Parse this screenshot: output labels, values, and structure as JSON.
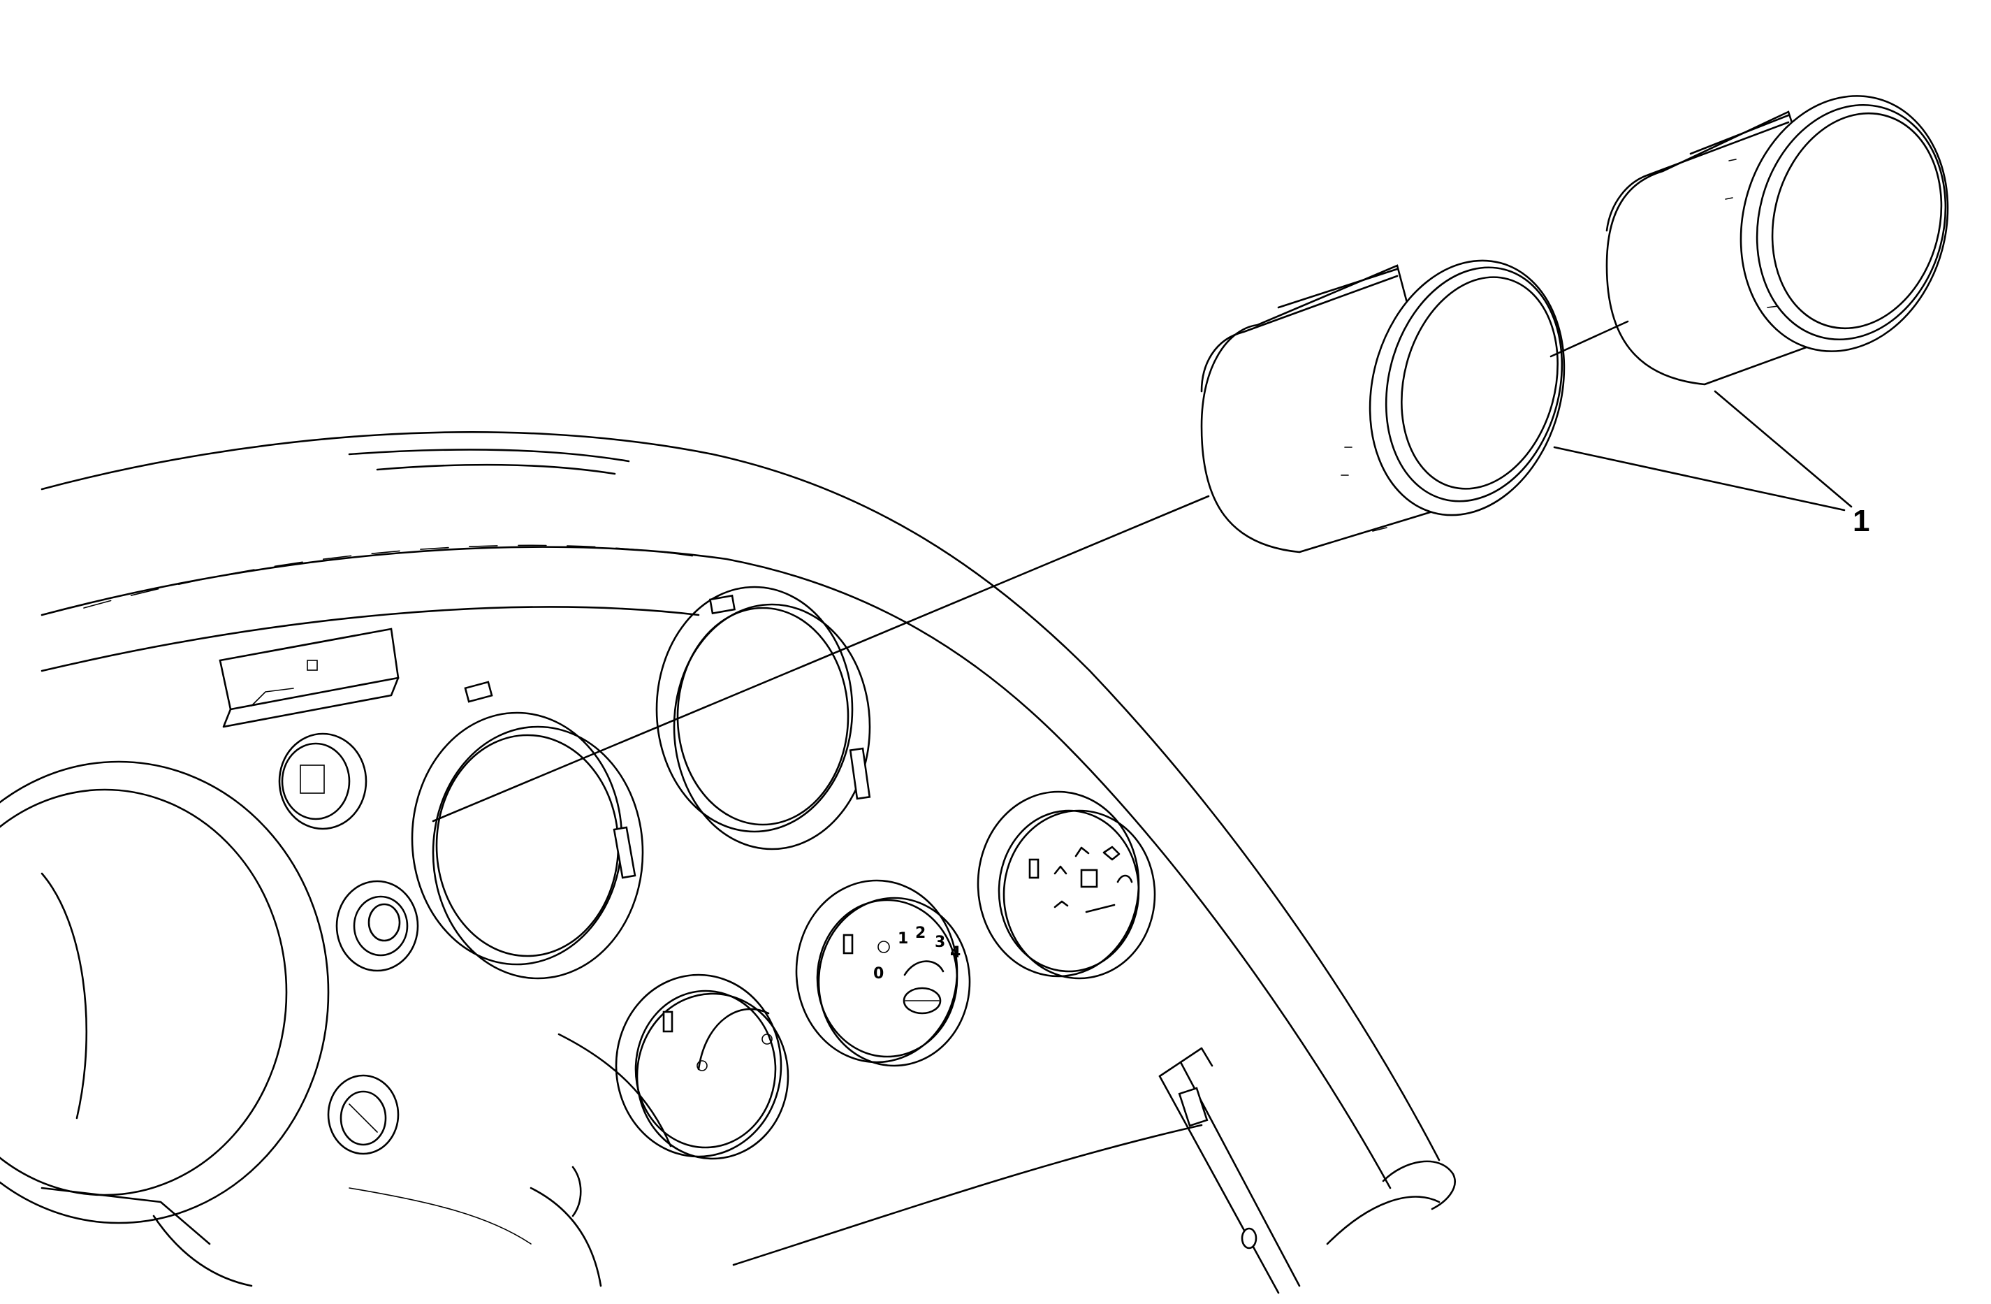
{
  "callout": {
    "number": "1"
  },
  "fan_dial": {
    "labels": [
      "0",
      "1",
      "2",
      "3",
      "4"
    ]
  },
  "colors": {
    "line": "#000000",
    "background": "#ffffff"
  },
  "icons": [
    "gauge-housing-icon",
    "fan-icon",
    "vent-mode-icon",
    "defrost-icon",
    "temperature-knob-icon"
  ]
}
